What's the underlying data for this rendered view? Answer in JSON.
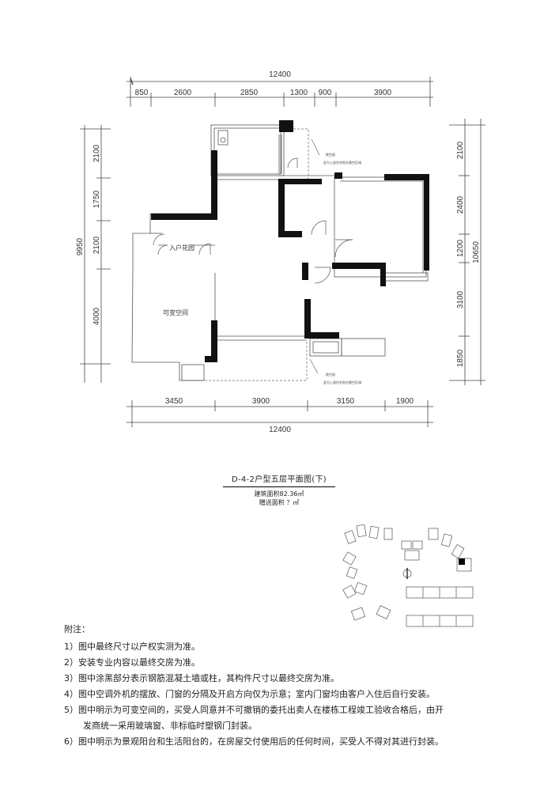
{
  "dims": {
    "top_total": "12400",
    "top": [
      "850",
      "2600",
      "2850",
      "1300",
      "900",
      "3900"
    ],
    "bottom": [
      "3450",
      "3900",
      "3150",
      "1900"
    ],
    "bottom_total": "12400",
    "left": [
      "2100",
      "1750",
      "2100",
      "4000"
    ],
    "left_total": "9950",
    "right": [
      "2100",
      "2400",
      "1200",
      "3100",
      "1850"
    ],
    "right_total": "10650"
  },
  "rooms": {
    "garden": "入户花园",
    "flex": "可变空间"
  },
  "callouts": {
    "top_line1": "挑空面",
    "top_line2": "此为上部住宅阳台悬空区域",
    "bottom_line1": "挑空面",
    "bottom_line2": "此为上部住宅阳台悬空区域"
  },
  "title": {
    "main": "D-4-2户型五层平面图(下)",
    "area": "建筑面积82.36㎡",
    "gift": "赠送面积 ？㎡"
  },
  "notes": {
    "title": "附注：",
    "items": [
      {
        "l1": "1）图中最终尺寸以产权实测为准。",
        "l2": ""
      },
      {
        "l1": "2）安装专业内容以最终交房为准。",
        "l2": ""
      },
      {
        "l1": "3）图中涂黑部分表示钢筋混凝土墙或柱，其构件尺寸以最终交房为准。",
        "l2": ""
      },
      {
        "l1": "4）图中空调外机的摆放、门窗的分隔及开启方向仅为示意；室内门窗均由客户入住后自行安装。",
        "l2": ""
      },
      {
        "l1": "5）图中明示为可变空间的，买受人同意并不可撤销的委托出卖人在楼栋工程竣工验收合格后，由开",
        "l2": "发商统一采用玻璃窗、非标临时塑钢门封装。"
      },
      {
        "l1": "6）图中明示为景观阳台和生活阳台的，在房屋交付使用后的任何时间，买受人不得对其进行封装。",
        "l2": ""
      }
    ]
  }
}
